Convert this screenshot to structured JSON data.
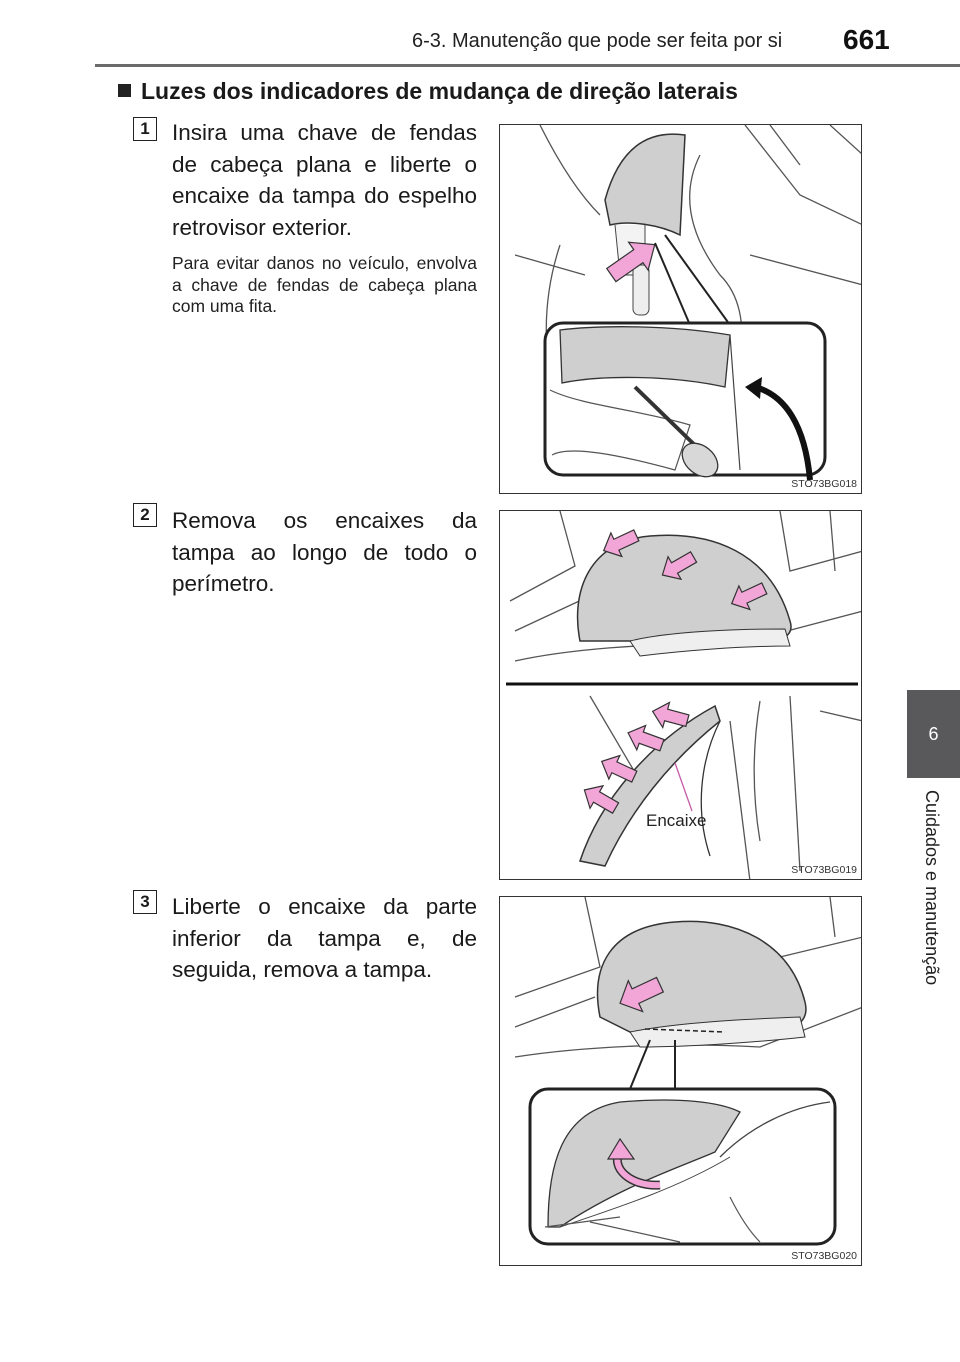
{
  "header": {
    "section_title": "6-3. Manutenção que pode ser feita por si",
    "page_number": "661"
  },
  "side_tab": {
    "chapter_number": "6",
    "chapter_title": "Cuidados e manutenção"
  },
  "section": {
    "heading": "Luzes dos indicadores de mudança de direção laterais"
  },
  "steps": [
    {
      "number": "1",
      "text": "Insira uma chave de fendas de cabeça plana e liberte o encaixe da tampa do espelho retrovisor exterior.",
      "note": "Para evitar danos no veículo, envolva a chave de fendas de cabeça plana com uma fita.",
      "figure_code": "STO73BG018"
    },
    {
      "number": "2",
      "text": "Remova os encaixes da tampa ao longo de todo o perímetro.",
      "figure_code": "STO73BG019",
      "figure_label": "Encaixe"
    },
    {
      "number": "3",
      "text": "Liberte o encaixe da parte inferior da tampa e, de seguida, remova a tampa.",
      "figure_code": "STO73BG020"
    }
  ],
  "colors": {
    "arrow_fill": "#f2a6d8",
    "tab_background": "#59595b",
    "cover_grey": "#cfcfcf"
  }
}
